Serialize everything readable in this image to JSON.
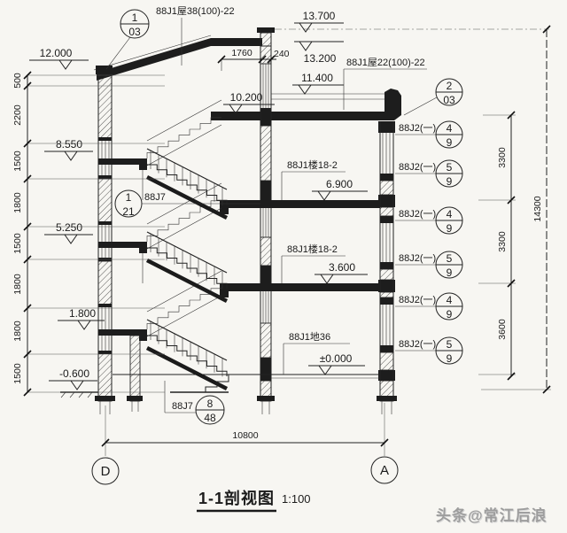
{
  "title": {
    "main": "1-1剖视图",
    "scale": "1:100"
  },
  "watermark": {
    "text": "头条@常江后浪"
  },
  "axes": {
    "left": "D",
    "right": "A"
  },
  "elevations": {
    "e13700": "13.700",
    "e13200": "13.200",
    "e12000": "12.000",
    "e11400": "11.400",
    "e10200": "10.200",
    "e8550": "8.550",
    "e6900": "6.900",
    "e5250": "5.250",
    "e3600": "3.600",
    "e1800": "1.800",
    "e0000": "±0.000",
    "en0600": "-0.600"
  },
  "notes": {
    "roof_left": "88J1屋38(100)-22",
    "roof_right": "88J1屋22(100)-22",
    "floor_mid_upper": "88J1楼18-2",
    "floor_mid_lower": "88J1楼18-2",
    "ground": "88J1地36",
    "stair_mid": "88J7",
    "stair_bottom": "88J7"
  },
  "details": {
    "d1": {
      "num": "1",
      "sheet": "03"
    },
    "d2": {
      "num": "2",
      "sheet": "03"
    },
    "d3": {
      "num": "1",
      "sheet": "21"
    },
    "d4": {
      "num": "8",
      "sheet": "48"
    }
  },
  "wall_callouts": [
    {
      "label": "88J2(一)",
      "num": "4",
      "sheet": "9"
    },
    {
      "label": "88J2(一)",
      "num": "5",
      "sheet": "9"
    },
    {
      "label": "88J2(一)",
      "num": "4",
      "sheet": "9"
    },
    {
      "label": "88J2(一)",
      "num": "5",
      "sheet": "9"
    },
    {
      "label": "88J2(一)",
      "num": "4",
      "sheet": "9"
    },
    {
      "label": "88J2(一)",
      "num": "5",
      "sheet": "9"
    }
  ],
  "dimensions": {
    "left_chain": [
      "500",
      "2200",
      "1500",
      "1800",
      "1500",
      "1800",
      "1800",
      "1500"
    ],
    "right_chain": [
      "3300",
      "3300",
      "3600"
    ],
    "right_total": "14300",
    "bottom_total": "10800",
    "roof_flat": "1760",
    "wall_thickness": "240"
  }
}
